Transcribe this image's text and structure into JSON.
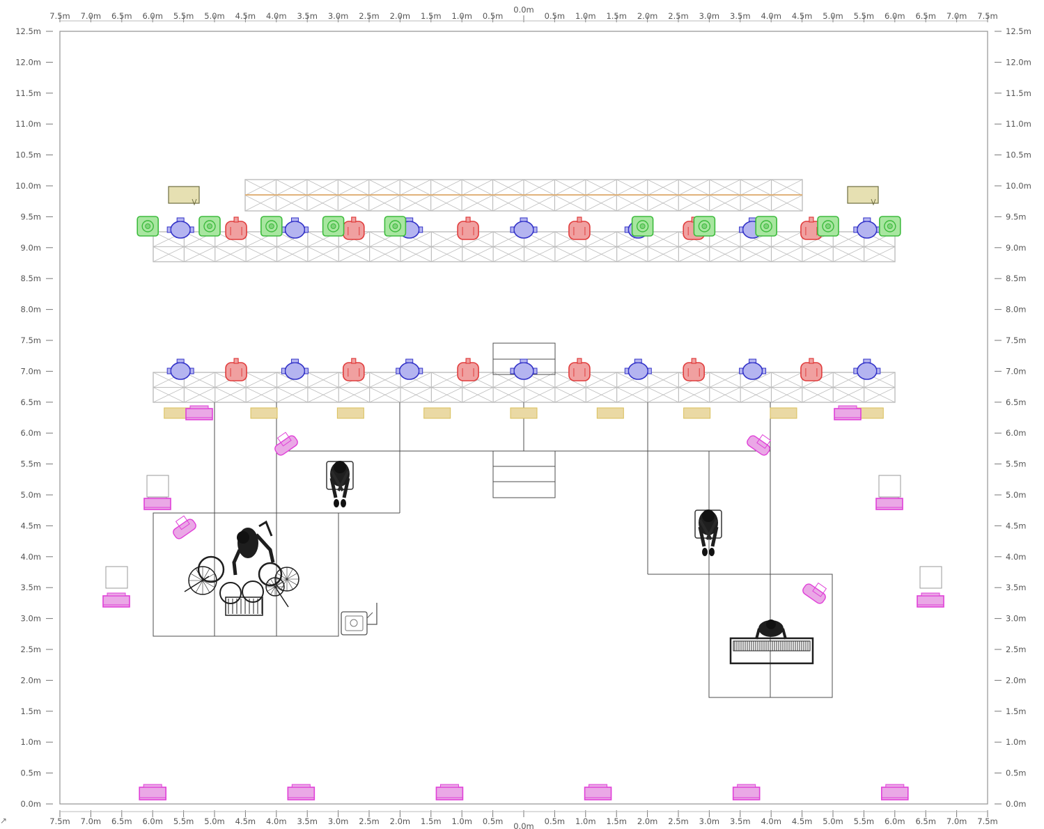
{
  "diagram": {
    "scale": {
      "x_ticks": [
        "7.5m",
        "7.0m",
        "6.5m",
        "6.0m",
        "5.5m",
        "5.0m",
        "4.5m",
        "4.0m",
        "3.5m",
        "3.0m",
        "2.5m",
        "2.0m",
        "1.5m",
        "1.0m",
        "0.5m",
        "0.0m",
        "0.5m",
        "1.0m",
        "1.5m",
        "2.0m",
        "2.5m",
        "3.0m",
        "3.5m",
        "4.0m",
        "4.5m",
        "5.0m",
        "5.5m",
        "6.0m",
        "6.5m",
        "7.0m",
        "7.5m"
      ],
      "x_values": [
        -7.5,
        -7.0,
        -6.5,
        -6.0,
        -5.5,
        -5.0,
        -4.5,
        -4.0,
        -3.5,
        -3.0,
        -2.5,
        -2.0,
        -1.5,
        -1.0,
        -0.5,
        0.0,
        0.5,
        1.0,
        1.5,
        2.0,
        2.5,
        3.0,
        3.5,
        4.0,
        4.5,
        5.0,
        5.5,
        6.0,
        6.5,
        7.0,
        7.5
      ],
      "y_ticks": [
        "12.5m",
        "12.0m",
        "11.5m",
        "11.0m",
        "10.5m",
        "10.0m",
        "9.5m",
        "9.0m",
        "8.5m",
        "8.0m",
        "7.5m",
        "7.0m",
        "6.5m",
        "6.0m",
        "5.5m",
        "5.0m",
        "4.5m",
        "4.0m",
        "3.5m",
        "3.0m",
        "2.5m",
        "2.0m",
        "1.5m",
        "1.0m",
        "0.5m",
        "0.0m"
      ],
      "y_values": [
        12.5,
        12.0,
        11.5,
        11.0,
        10.5,
        10.0,
        9.5,
        9.0,
        8.5,
        8.0,
        7.5,
        7.0,
        6.5,
        6.0,
        5.5,
        5.0,
        4.5,
        4.0,
        3.5,
        3.0,
        2.5,
        2.0,
        1.5,
        1.0,
        0.5,
        0.0
      ]
    },
    "colors": {
      "wash_green": "#3dbb3d",
      "spot_red": "#e03c3c",
      "beam_blue": "#3232c8",
      "floor_magenta": "#e040d8",
      "led_bar_yellow": "#d9bf5a",
      "truss": "#bdbdbd",
      "outline": "#333333"
    },
    "rear_truss_green_x": [
      -6.0,
      -5.0,
      -4.0,
      -3.0,
      -2.0,
      2.0,
      3.0,
      4.0,
      5.0,
      6.0
    ],
    "rear_truss_red_x": [
      -4.65,
      -2.75,
      -0.9,
      0.9,
      2.75,
      4.65
    ],
    "rear_truss_blue_x": [
      -5.55,
      -3.7,
      -1.85,
      0.0,
      1.85,
      3.7,
      5.55
    ],
    "mid_truss_blue_x": [
      -5.55,
      -3.7,
      -1.85,
      0.0,
      1.85,
      3.7,
      5.55
    ],
    "mid_truss_red_x": [
      -4.65,
      -2.75,
      -0.9,
      0.9,
      2.75,
      4.65
    ],
    "led_bar_x": [
      -5.6,
      -4.2,
      -2.8,
      -1.4,
      0.0,
      1.4,
      2.8,
      4.2,
      5.6
    ],
    "icons": {
      "wash": "wash-light-icon",
      "spot": "spot-light-icon",
      "beam": "beam-light-icon",
      "floor_wedge": "floor-wedge-icon",
      "wall_panel": "wall-panel-icon",
      "drummer": "drummer-with-kit-icon",
      "guitarist_left": "guitarist-icon",
      "guitarist_right": "guitarist-icon",
      "keyboardist": "keyboardist-icon",
      "amplifier": "guitar-amp-icon"
    }
  }
}
